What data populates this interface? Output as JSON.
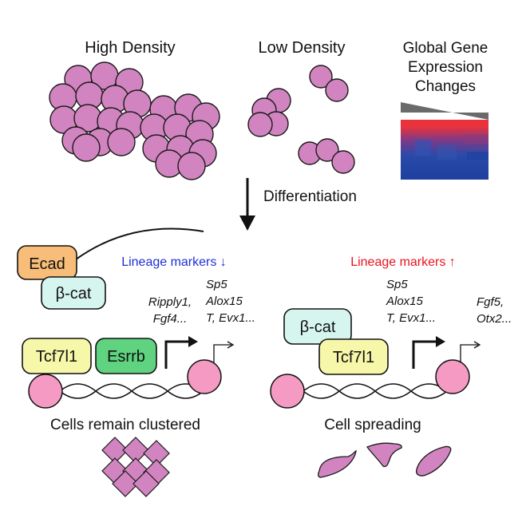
{
  "headings": {
    "high_density": "High Density",
    "low_density": "Low Density",
    "global_line1": "Global Gene",
    "global_line2": "Expression",
    "global_line3": "Changes"
  },
  "arrow_label": "Differentiation",
  "left": {
    "lineage": "Lineage markers ↓",
    "ecad": "Ecad",
    "bcat": "β-cat",
    "tcf": "Tcf7l1",
    "esrrb": "Esrrb",
    "genes_a1": "Ripply1,",
    "genes_a2": "Fgf4...",
    "genes_b1": "Sp5",
    "genes_b2": "Alox15",
    "genes_b3": "T, Evx1...",
    "caption": "Cells remain clustered"
  },
  "right": {
    "lineage": "Lineage markers ↑",
    "bcat": "β-cat",
    "tcf": "Tcf7l1",
    "genes_a1": "Sp5",
    "genes_a2": "Alox15",
    "genes_a3": "T, Evx1...",
    "genes_b1": "Fgf5,",
    "genes_b2": "Otx2...",
    "caption": "Cell spreading"
  },
  "colors": {
    "cell": "#d184bf",
    "nucleosome": "#f59bc3",
    "ecad": "#f7bd79",
    "bcat": "#d6f5ee",
    "tcf": "#f7f7aa",
    "esrrb": "#5fd37f",
    "down": "#1f2fd6",
    "up": "#e8141d"
  }
}
